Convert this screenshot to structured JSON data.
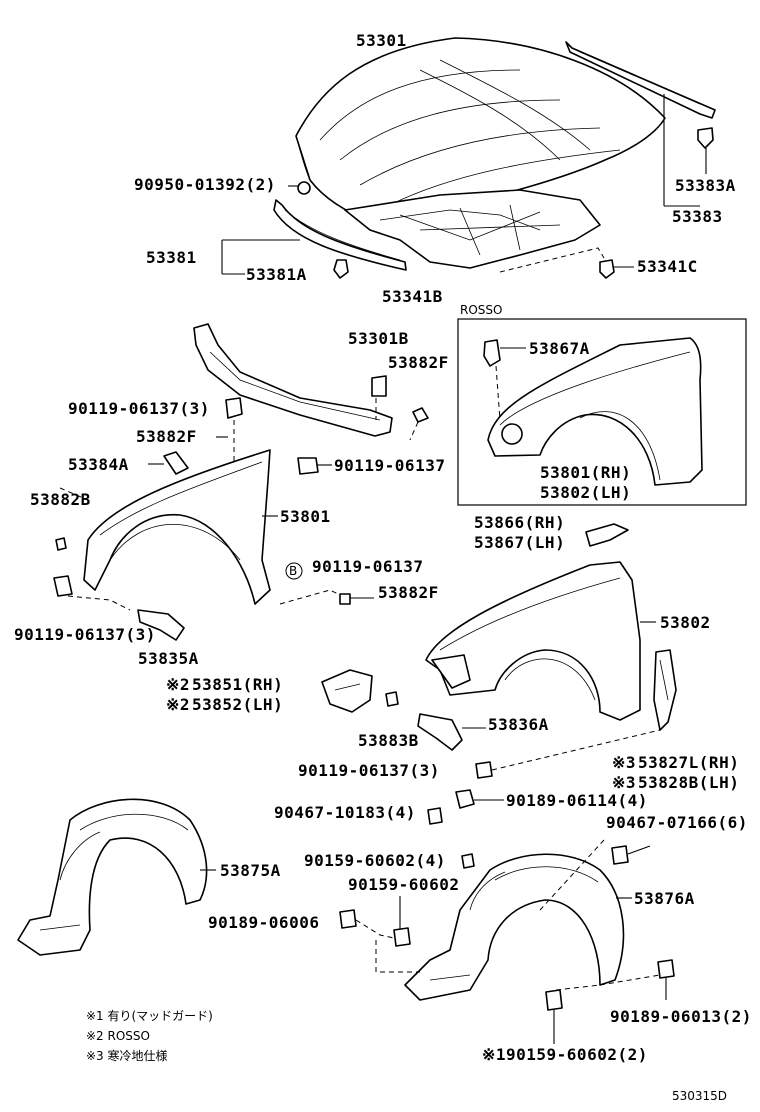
{
  "labels": {
    "hood": "53301",
    "hood_cushion": "90950-01392(2)",
    "hood_seal": "53383A",
    "hood_seal_set": "53383",
    "hood_stay": "53381",
    "hood_stay_clip": "53381A",
    "hood_insulator": "53341B",
    "insulator_clip": "53341C",
    "rosso_box": "ROSSO",
    "rosso_bracket": "53867A",
    "rosso_fender_rh": "53801(RH)",
    "rosso_fender_lh": "53802(LH)",
    "support_bracket": "53301B",
    "cover_f": "53882F",
    "bolt_3": "90119-06137(3)",
    "cover_f2": "53882F",
    "fender_bracket": "53384A",
    "bolt_single": "90119-06137",
    "cover_b": "53882B",
    "fender_rh": "53801",
    "circled_b": "B",
    "bolt_b": "90119-06137",
    "cover_f3": "53882F",
    "bolt_3b": "90119-06137(3)",
    "bracket_a": "53835A",
    "liner_ext_rh": "53866(RH)",
    "liner_ext_lh": "53867(LH)",
    "fender_lh": "53802",
    "mark2a": "※2",
    "mudguard_rh": "53851(RH)",
    "mark2b": "※2",
    "mudguard_lh": "53852(LH)",
    "cover_b3": "53883B",
    "bracket_836": "53836A",
    "bolt_3c": "90119-06137(3)",
    "mark3a": "※3",
    "seal_rh": "53827L(RH)",
    "mark3b": "※3",
    "seal_lh": "53828B(LH)",
    "screw_a": "90467-10183(4)",
    "clip_a": "90189-06114(4)",
    "clip_b": "90467-07166(6)",
    "liner_lh": "53875A",
    "screw_b": "90159-60602(4)",
    "screw_c": "90159-60602",
    "clip_c": "90189-06006",
    "liner_rh": "53876A",
    "clip_d": "90189-06013(2)",
    "mark1": "※1",
    "screw_d": "90159-60602(2)"
  },
  "footnotes": [
    "※1 有り(マッドガード)",
    "※2 ROSSO",
    "※3 寒冷地仕様"
  ],
  "figure_code": "530315D"
}
